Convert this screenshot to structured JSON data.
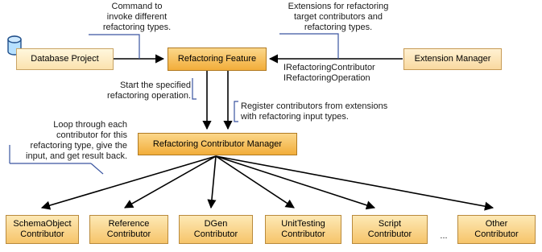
{
  "colors": {
    "box_fill": "#f6c46a",
    "box_border": "#b98a3c",
    "callout_line": "#3a55a0",
    "arrow": "#000000"
  },
  "boxes": {
    "database_project": "Database Project",
    "refactoring_feature": "Refactoring Feature",
    "extension_manager": "Extension Manager",
    "contributor_manager": "Refactoring Contributor Manager",
    "contributors": [
      {
        "line1": "SchemaObject",
        "line2": "Contributor"
      },
      {
        "line1": "Reference",
        "line2": "Contributor"
      },
      {
        "line1": "DGen",
        "line2": "Contributor"
      },
      {
        "line1": "UnitTesting",
        "line2": "Contributor"
      },
      {
        "line1": "Script",
        "line2": "Contributor"
      },
      {
        "line1": "Other",
        "line2": "Contributor"
      }
    ],
    "ellipsis": "..."
  },
  "notes": {
    "command": [
      "Command to",
      "invoke different",
      "refactoring types."
    ],
    "extensions": [
      "Extensions for refactoring",
      "target contributors and",
      "refactoring types."
    ],
    "interfaces": [
      "IRefactoringContributor",
      "IRefactoringOperation"
    ],
    "start": [
      "Start the specified",
      "refactoring operation."
    ],
    "register": [
      "Register contributors from extensions",
      "with refactoring input types."
    ],
    "loop": [
      "Loop through each",
      "contributor for this",
      "refactoring type, give the",
      "input, and get result back."
    ]
  },
  "icons": {
    "database": "database-cylinder-icon"
  }
}
